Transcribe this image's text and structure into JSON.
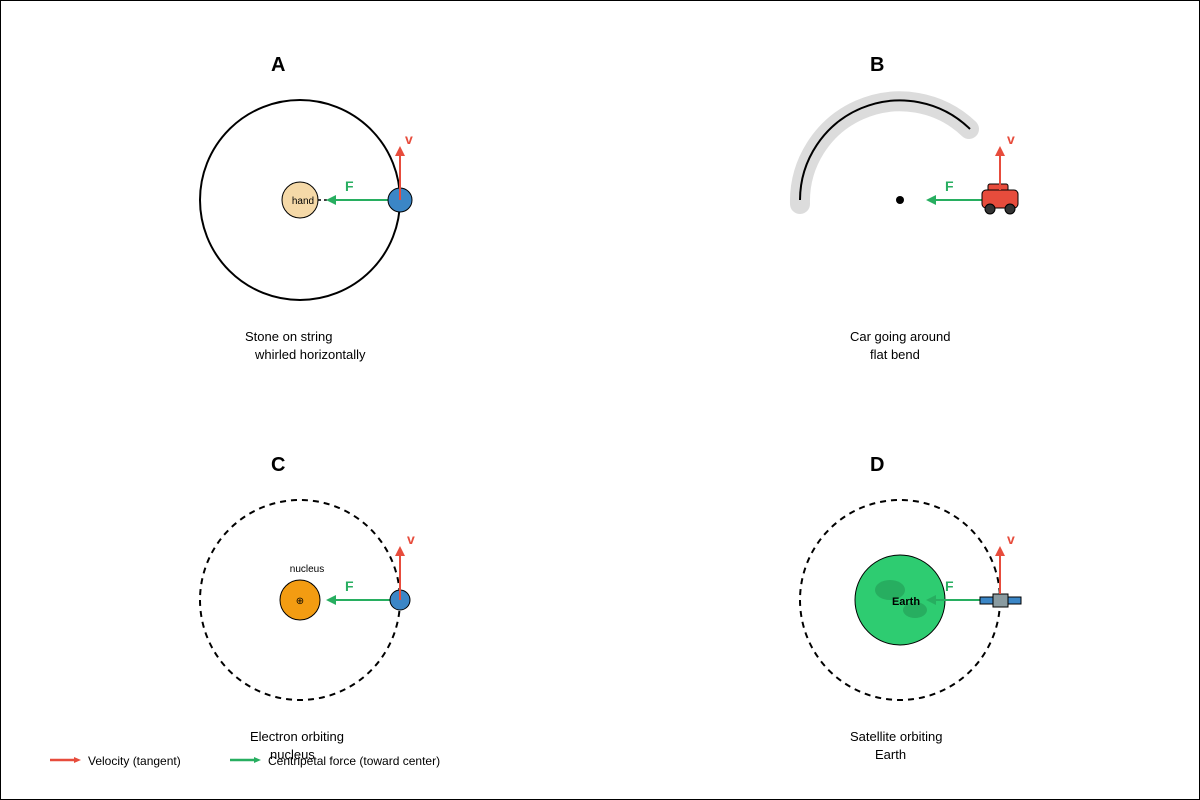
{
  "colors": {
    "velocity": "#e74c3c",
    "force": "#27ae60",
    "stone": "#3b86c6",
    "hand": "#f5d9a8",
    "road": "#dcdcdc",
    "car": "#e74c3c",
    "nucleus": "#f39c12",
    "earth": "#2ecc71",
    "earth_land": "#27ae60",
    "satellite_panel": "#3b86c6",
    "satellite_body": "#8a9ba0"
  },
  "panels": {
    "a": {
      "label": "A",
      "caption_line1": "Stone on string",
      "caption_line2": "whirled horizontally",
      "center_label": "hand",
      "v_label": "v",
      "f_label": "F"
    },
    "b": {
      "label": "B",
      "caption_line1": "Car going around",
      "caption_line2": "flat bend",
      "v_label": "v",
      "f_label": "F"
    },
    "c": {
      "label": "C",
      "caption_line1": "Electron orbiting",
      "caption_line2": "nucleus",
      "center_label": "nucleus",
      "nucleus_symbol": "⊕",
      "v_label": "v",
      "f_label": "F"
    },
    "d": {
      "label": "D",
      "caption_line1": "Satellite orbiting",
      "caption_line2": "Earth",
      "center_label": "Earth",
      "v_label": "v",
      "f_label": "F"
    }
  },
  "legend": {
    "velocity": "Velocity (tangent)",
    "force": "Centripetal force (toward center)"
  }
}
